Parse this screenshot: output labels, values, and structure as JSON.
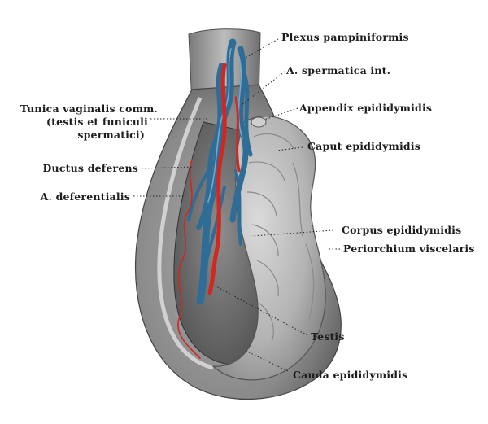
{
  "labels": {
    "plexus_pampiniformis": "Plexus pampiniformis",
    "a_spermatica_int": "A. spermatica int.",
    "tunica_line1": "Tunica vaginalis comm.",
    "tunica_line2": "(testis et funiculi",
    "tunica_line3": "spermatici)",
    "appendix_epididymidis": "Appendix epididymidis",
    "caput_epididymidis": "Caput epididymidis",
    "ductus_deferens": "Ductus deferens",
    "a_deferentialis": "A. deferentialis",
    "corpus_epididymidis": "Corpus epididymidis",
    "periorchium_visceralis": "Periorchium viscelaris",
    "testis": "Testis",
    "cauda_epididymidis": "Cauda epididymidis"
  },
  "colors": {
    "vein": "#2f6d96",
    "artery": "#d2261f",
    "tissue": "#9a9a9a",
    "tissue_light": "#c6c6c6",
    "tissue_dark": "#5a5a5a"
  }
}
